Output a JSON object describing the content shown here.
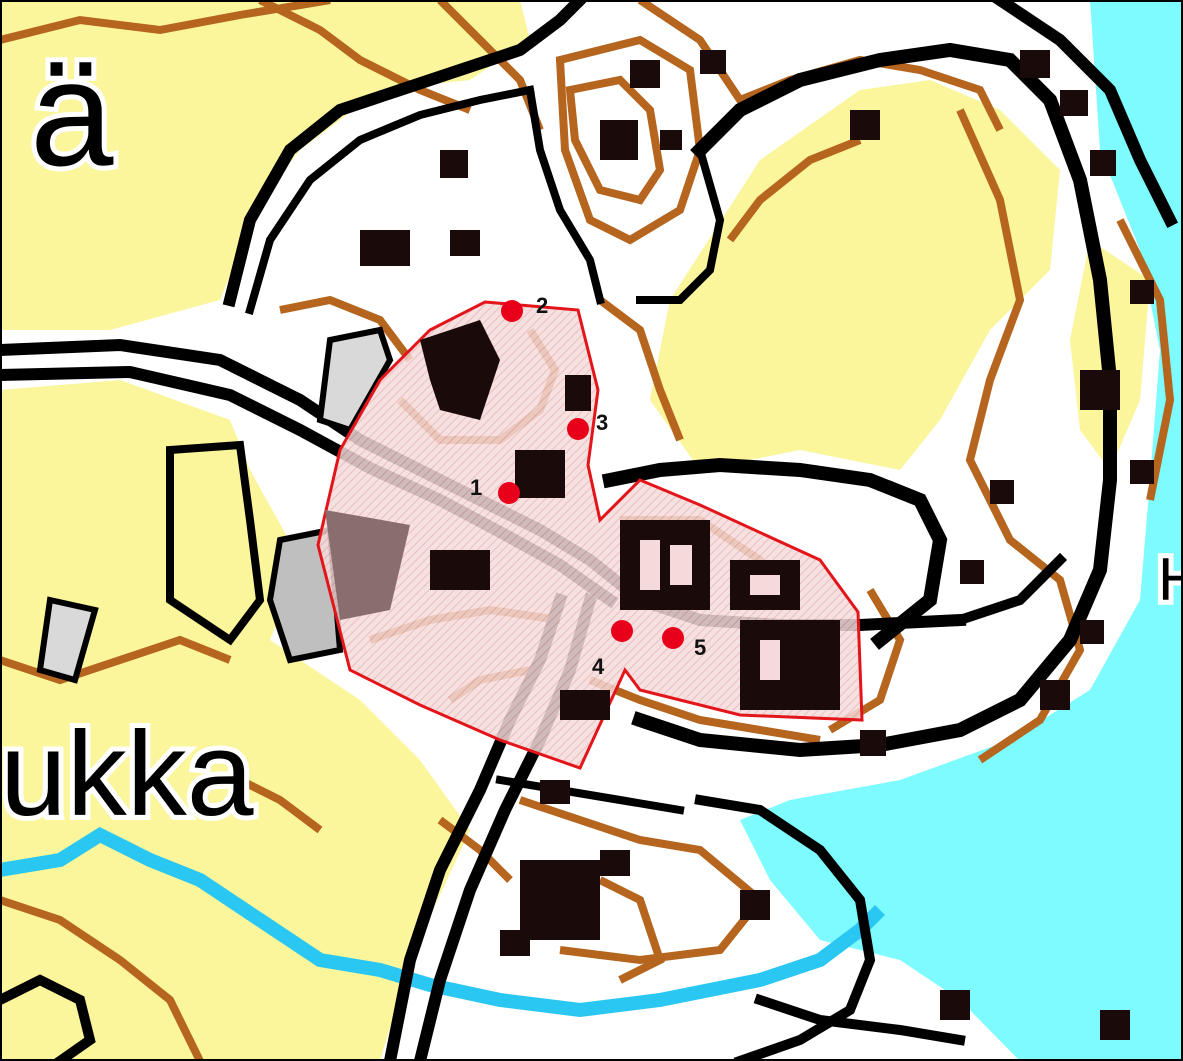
{
  "map": {
    "colors": {
      "field": "#FBF59B",
      "water": "#7DFBFF",
      "stream": "#29C7F2",
      "contour": "#B5651D",
      "road": "#000000",
      "building": "#1A0A0A",
      "area_fill": "#F2D4D4",
      "area_outline": "#E3151A",
      "marker": "#E8001B"
    },
    "labels": {
      "place_top": "ä",
      "place_bottom": "ukka",
      "edge_letter": "H"
    },
    "markers": [
      {
        "label": "1"
      },
      {
        "label": "2"
      },
      {
        "label": "3"
      },
      {
        "label": "4"
      },
      {
        "label": "5"
      }
    ]
  }
}
